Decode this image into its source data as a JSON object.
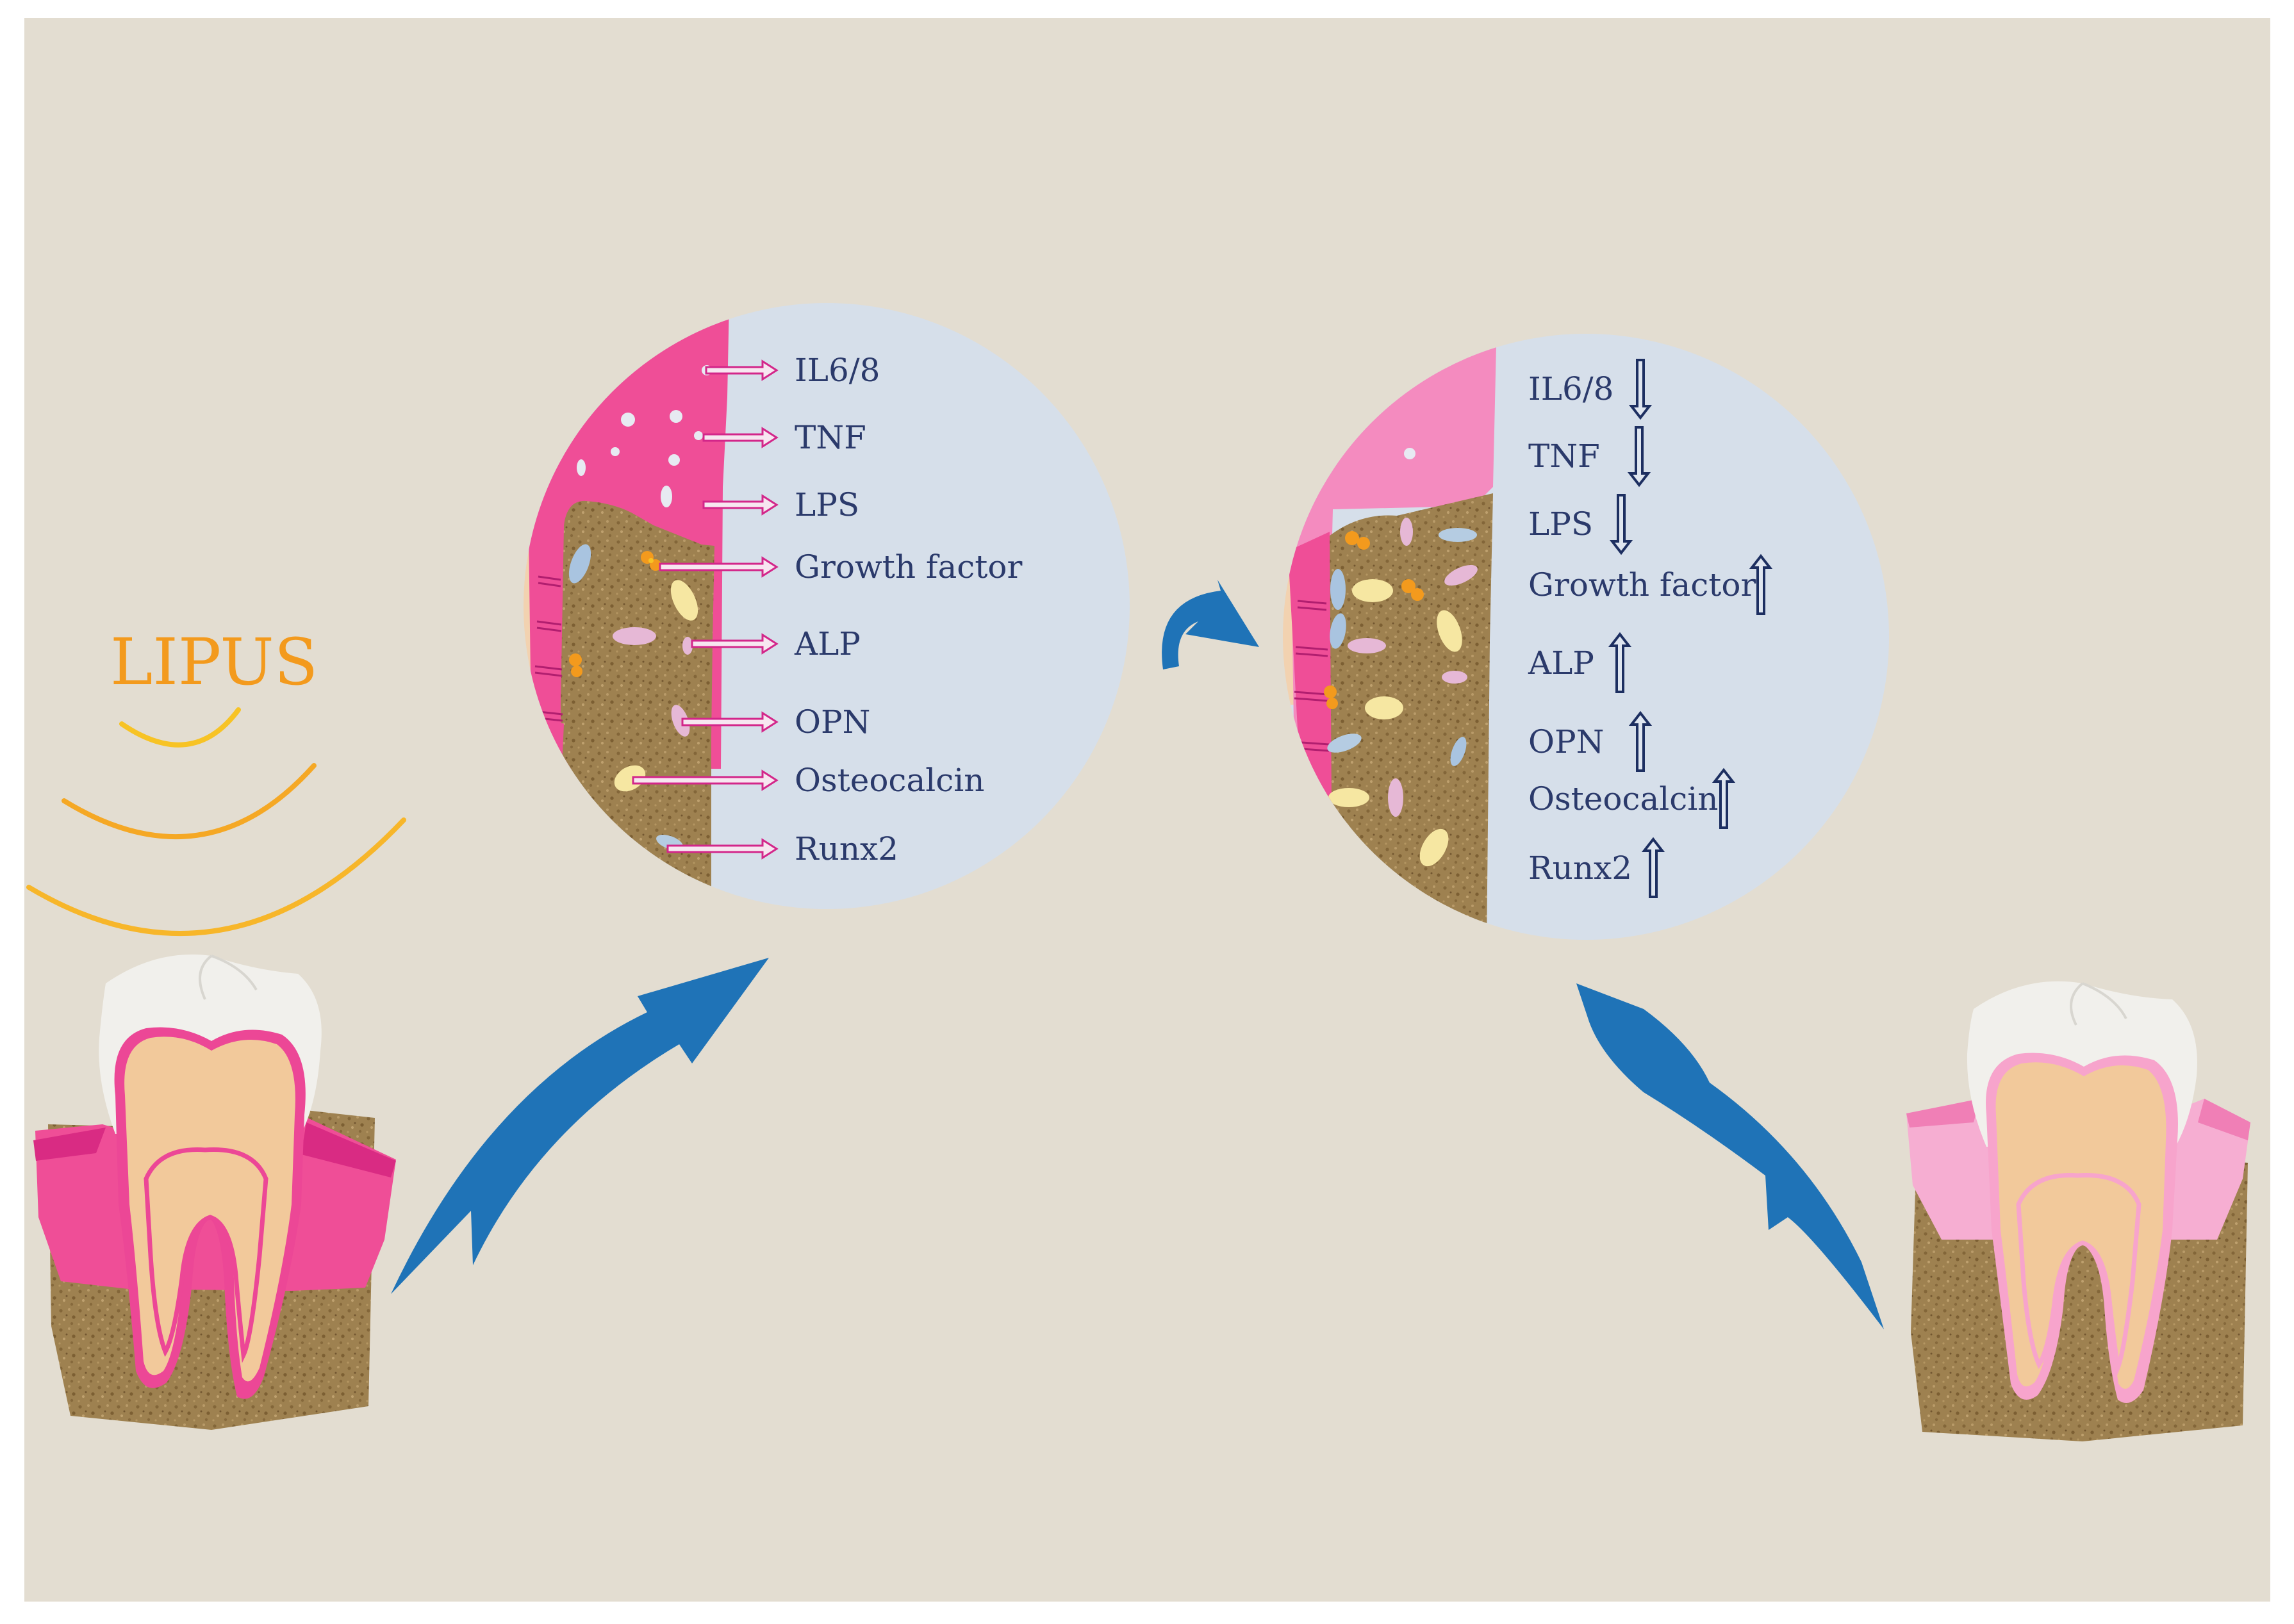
{
  "lipus_label": "LIPUS",
  "before": {
    "markers": [
      "IL6/8",
      "TNF",
      "LPS",
      "Growth factor",
      "ALP",
      "OPN",
      "Osteocalcin",
      "Runx2"
    ]
  },
  "after": {
    "markers": [
      {
        "label": "IL6/8",
        "trend": "down"
      },
      {
        "label": "TNF",
        "trend": "down"
      },
      {
        "label": "LPS",
        "trend": "down"
      },
      {
        "label": "Growth factor",
        "trend": "up"
      },
      {
        "label": "ALP",
        "trend": "up"
      },
      {
        "label": "OPN",
        "trend": "up"
      },
      {
        "label": "Osteocalcin",
        "trend": "up"
      },
      {
        "label": "Runx2",
        "trend": "up"
      }
    ]
  },
  "colors": {
    "background": "#e3ddd1",
    "tissue_panel": "#d6dfea",
    "inflamed_gum": "#ef4e97",
    "healthy_gum": "#f48bbf",
    "bone": "#9e8150",
    "tooth_crown": "#f1f0ec",
    "dentin": "#f2c99b",
    "pulp_outline_inflamed": "#ec4796",
    "pulp_outline_healthy": "#f7a4cc",
    "flow_arrow": "#1f73b7",
    "marker_arrow": "#d3268a",
    "trend_arrow": "#1d2f61",
    "lipus": "#f39a1d"
  }
}
